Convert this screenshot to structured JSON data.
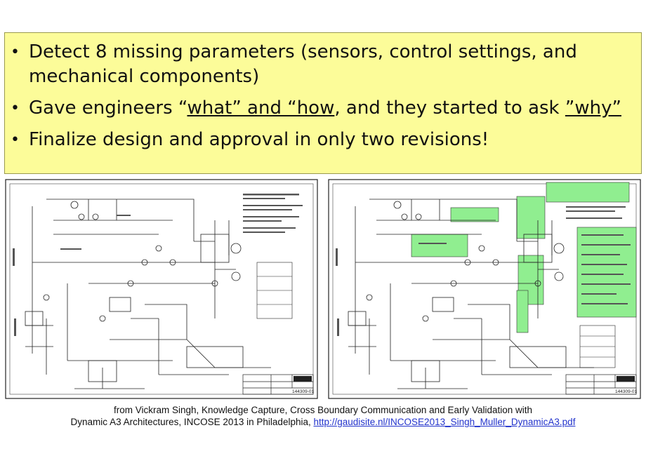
{
  "callout": {
    "bullets": [
      {
        "text": "Detect 8 missing parameters (sensors, control settings, and mechanical components)"
      },
      {
        "pre": "Gave engineers “",
        "u1": "what” and “how",
        "mid": ", and they started to ask  ",
        "u2": "”why”"
      },
      {
        "text": "Finalize design and approval in only two revisions!"
      }
    ],
    "bullet_glyph": "•",
    "background": "#fcfc99"
  },
  "drawings": {
    "left": {
      "doc_number": "144309-01"
    },
    "right": {
      "doc_number": "144309-01",
      "highlight_color": "#90ee90"
    }
  },
  "caption": {
    "line1": "from Vickram Singh, Knowledge Capture, Cross Boundary Communication and Early Validation with",
    "line2": "Dynamic A3 Architectures, INCOSE 2013 in Philadelphia, ",
    "link": "http://gaudisite.nl/INCOSE2013_Singh_Muller_DynamicA3.pdf"
  }
}
